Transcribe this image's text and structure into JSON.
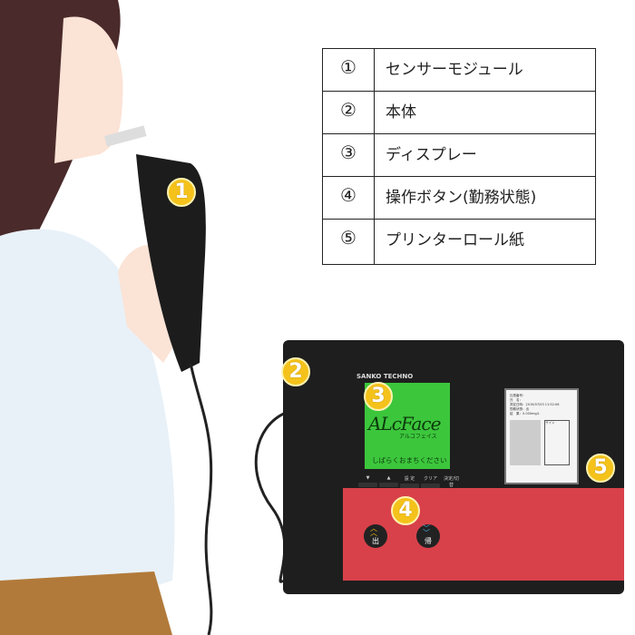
{
  "legend": [
    {
      "num": "①",
      "label": "センサーモジュール"
    },
    {
      "num": "②",
      "label": "本体"
    },
    {
      "num": "③",
      "label": "ディスプレー"
    },
    {
      "num": "④",
      "label": "操作ボタン(勤務状態)"
    },
    {
      "num": "⑤",
      "label": "プリンターロール紙"
    }
  ],
  "markers": [
    "1",
    "2",
    "3",
    "4",
    "5"
  ],
  "device": {
    "brand": "SANKO TECHNO",
    "logo": "ALcFace",
    "logo_sub": "アルコフェイス",
    "screen_message": "しばらくおまちください",
    "keys": [
      "▼",
      "▲",
      "設 定",
      "クリア",
      "決定/切替"
    ],
    "buttons": {
      "arrive": "出",
      "leave": "帰"
    },
    "receipt": {
      "employee_no": "社員番号：",
      "name": "氏　名：",
      "datetime_label": "測定日時：",
      "datetime": "2019/07/03 11:52:06",
      "status_label": "勤務状態：",
      "status": "出",
      "result_label": "結　果：",
      "result": "0.000mg/L",
      "sign": "サイン"
    }
  },
  "colors": {
    "badge": "#f4c21a",
    "screen": "#3cc63c",
    "panel": "#d8414a",
    "device": "#1e1e1e"
  }
}
